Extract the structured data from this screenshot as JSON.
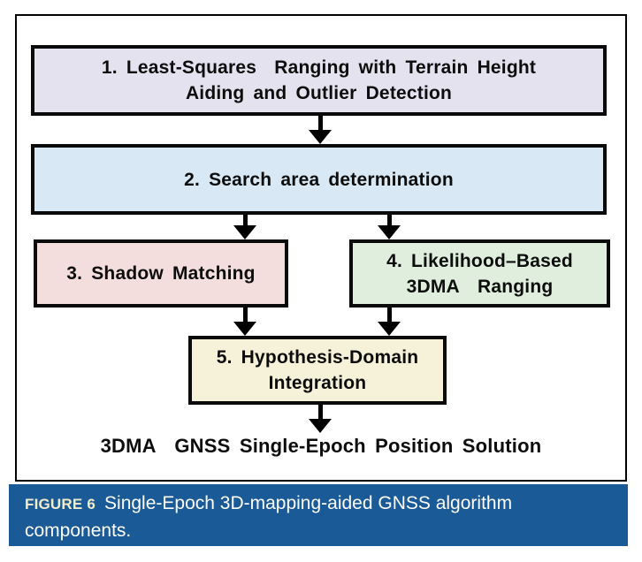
{
  "figure": {
    "boxes": [
      {
        "id": "1",
        "label": "1. Least-Squares  Ranging with Terrain Height\nAiding and Outlier Detection",
        "fill": "#e4e2ef"
      },
      {
        "id": "2",
        "label": "2. Search area determination",
        "fill": "#d8e8f4"
      },
      {
        "id": "3",
        "label": "3. Shadow Matching",
        "fill": "#f4dedd"
      },
      {
        "id": "4",
        "label": "4. Likelihood–Based\n3DMA  Ranging",
        "fill": "#dfeedd"
      },
      {
        "id": "5",
        "label": "5. Hypothesis-Domain\nIntegration",
        "fill": "#f6f2d9"
      }
    ],
    "output_label": "3DMA  GNSS Single-Epoch Position Solution",
    "border_color": "#000000"
  },
  "caption": {
    "tag": "FIGURE 6",
    "text": "Single-Epoch 3D-mapping-aided GNSS algorithm components.",
    "bar_color": "#1a5a97",
    "tag_color": "#f3ecca",
    "text_color": "#ffffff"
  }
}
